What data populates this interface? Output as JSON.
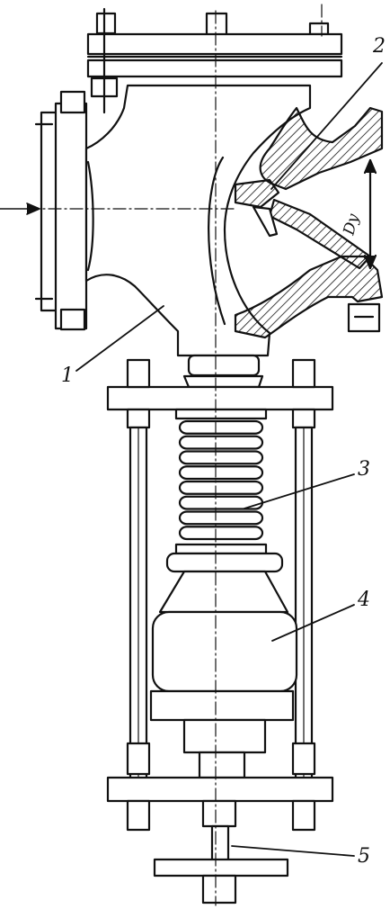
{
  "diagram": {
    "labels": {
      "body": "1",
      "seat": "2",
      "spring": "3",
      "bellows": "4",
      "adjusting_screw": "5",
      "nominal_diameter": "Dy"
    },
    "colors": {
      "line": "#111111",
      "background": "#ffffff"
    }
  }
}
